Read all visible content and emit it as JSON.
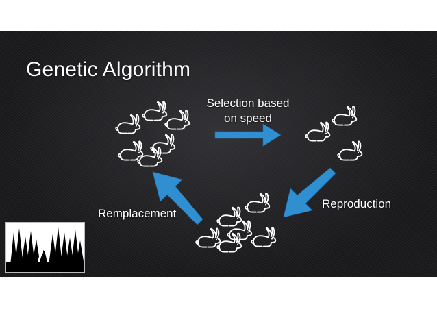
{
  "slide": {
    "title": "Genetic Algorithm",
    "labels": {
      "selection_line1": "Selection based",
      "selection_line2": "on speed",
      "reproduction": "Reproduction",
      "replacement": "Remplacement"
    },
    "arrow_color": "#2f8fd1",
    "rabbit_icon": "rabbit-icon",
    "logo_icon": "wolf-forest-logo"
  }
}
